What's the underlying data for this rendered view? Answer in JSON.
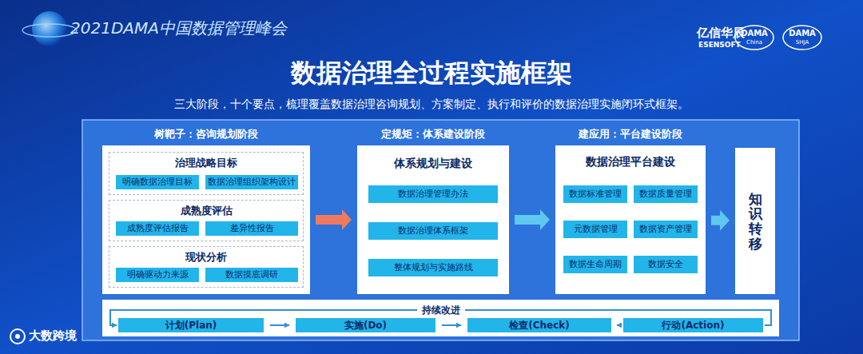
{
  "diagram": {
    "title": "数据治理全过程实施框架",
    "nodes": [
      {
        "text": [
          "树靶子：咨询规划阶段"
        ]
      },
      {
        "text": [
          "治理战略目标"
        ],
        "in": 0
      },
      {
        "text": [
          "明确数据治理目标"
        ],
        "in": 1
      },
      {
        "text": [
          "数据治理组织架构设计"
        ],
        "in": 1
      },
      {
        "text": [
          "成熟度评估"
        ],
        "in": 0
      },
      {
        "text": [
          "成熟度评估报告"
        ],
        "in": 4
      },
      {
        "text": [
          "差异性报告"
        ],
        "in": 4
      },
      {
        "text": [
          "现状分析"
        ],
        "in": 0
      },
      {
        "text": [
          "明确驱动力来源"
        ],
        "in": 7
      },
      {
        "text": [
          "数据摸底调研"
        ],
        "in": 7
      },
      {
        "text": [
          "定规矩：体系建设阶段",
          "体系规划与建设"
        ]
      },
      {
        "text": [
          "数据治理管理办法"
        ],
        "in": 10
      },
      {
        "text": [
          "数据治理体系框架"
        ],
        "in": 10
      },
      {
        "text": [
          "整体规划与实施路线"
        ],
        "in": 10
      },
      {
        "text": [
          "建应用：平台建设阶段",
          "数据治理平台建设"
        ]
      },
      {
        "text": [
          "数据标准管理"
        ],
        "in": 14
      },
      {
        "text": [
          "数据质量管理"
        ],
        "in": 14
      },
      {
        "text": [
          "元数据管理"
        ],
        "in": 14
      },
      {
        "text": [
          "数据资产管理"
        ],
        "in": 14
      },
      {
        "text": [
          "数据生命周期"
        ],
        "in": 14
      },
      {
        "text": [
          "数据安全"
        ],
        "in": 14
      },
      {
        "text": [
          "知识转移"
        ]
      },
      {
        "text": [
          "持续改进"
        ]
      },
      {
        "text": [
          "计划(Plan)"
        ],
        "in": 22
      },
      {
        "text": [
          "实施(Do)"
        ],
        "in": 22
      },
      {
        "text": [
          "检查(Check)"
        ],
        "in": 22
      },
      {
        "text": [
          "行动(Action)"
        ],
        "in": 22
      }
    ],
    "edges": [
      {
        "from": 0,
        "to": 10,
        "arrow": "to"
      },
      {
        "from": 10,
        "to": 14,
        "arrow": "to"
      },
      {
        "from": 14,
        "to": 21,
        "arrow": "to"
      },
      {
        "from": 23,
        "to": 24,
        "arrow": "to"
      },
      {
        "from": 24,
        "to": 25,
        "arrow": "to"
      },
      {
        "from": 25,
        "to": 26,
        "arrow": "to"
      },
      {
        "from": 26,
        "to": 23,
        "arrow": "to"
      }
    ],
    "labels": [
      "2021DAMA中国数据管理峰会",
      "三大阶段，十个要点，梳理覆盖数据治理咨询规划、方案制定、执行和评价的数据治理实施闭环式框架。",
      "亿信华辰",
      "ESENSOFT",
      "DAMA",
      "China",
      "DAMA",
      "SHJA",
      "大数跨境"
    ]
  }
}
